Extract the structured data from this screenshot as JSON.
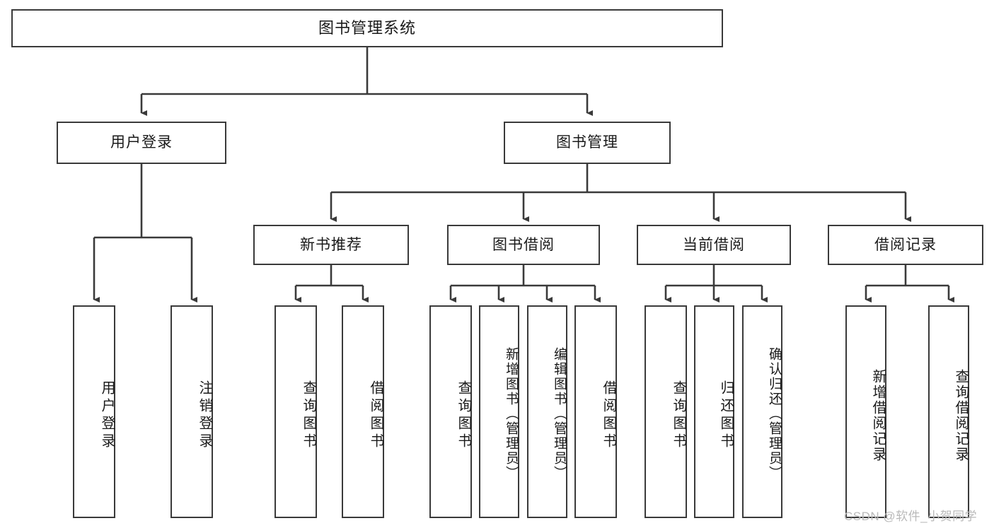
{
  "diagram": {
    "title": "图书管理系统",
    "type": "tree-hierarchy-chart",
    "root": {
      "label": "图书管理系统"
    },
    "level1": [
      {
        "label": "用户登录"
      },
      {
        "label": "图书管理"
      }
    ],
    "level2": [
      {
        "label": "新书推荐"
      },
      {
        "label": "图书借阅"
      },
      {
        "label": "当前借阅"
      },
      {
        "label": "借阅记录"
      }
    ],
    "leaves": {
      "user_login": [
        {
          "label": "用户登录"
        },
        {
          "label": "注销登录"
        }
      ],
      "new_book_recommend": [
        {
          "label": "查询图书"
        },
        {
          "label": "借阅图书"
        }
      ],
      "book_borrow": [
        {
          "label": "查询图书"
        },
        {
          "label": "新增图书（管理员）"
        },
        {
          "label": "编辑图书（管理员）"
        },
        {
          "label": "借阅图书"
        }
      ],
      "current_borrow": [
        {
          "label": "查询图书"
        },
        {
          "label": "归还图书"
        },
        {
          "label": "确认归还（管理员）"
        }
      ],
      "borrow_record": [
        {
          "label": "新增借阅记录"
        },
        {
          "label": "查询借阅记录"
        }
      ]
    }
  },
  "watermark": {
    "text": "CSDN @软件_小贺同学"
  },
  "colors": {
    "stroke": "#3a3a3a",
    "background": "#ffffff",
    "text": "#1a1a1a",
    "watermark": "#b9b9b9"
  }
}
